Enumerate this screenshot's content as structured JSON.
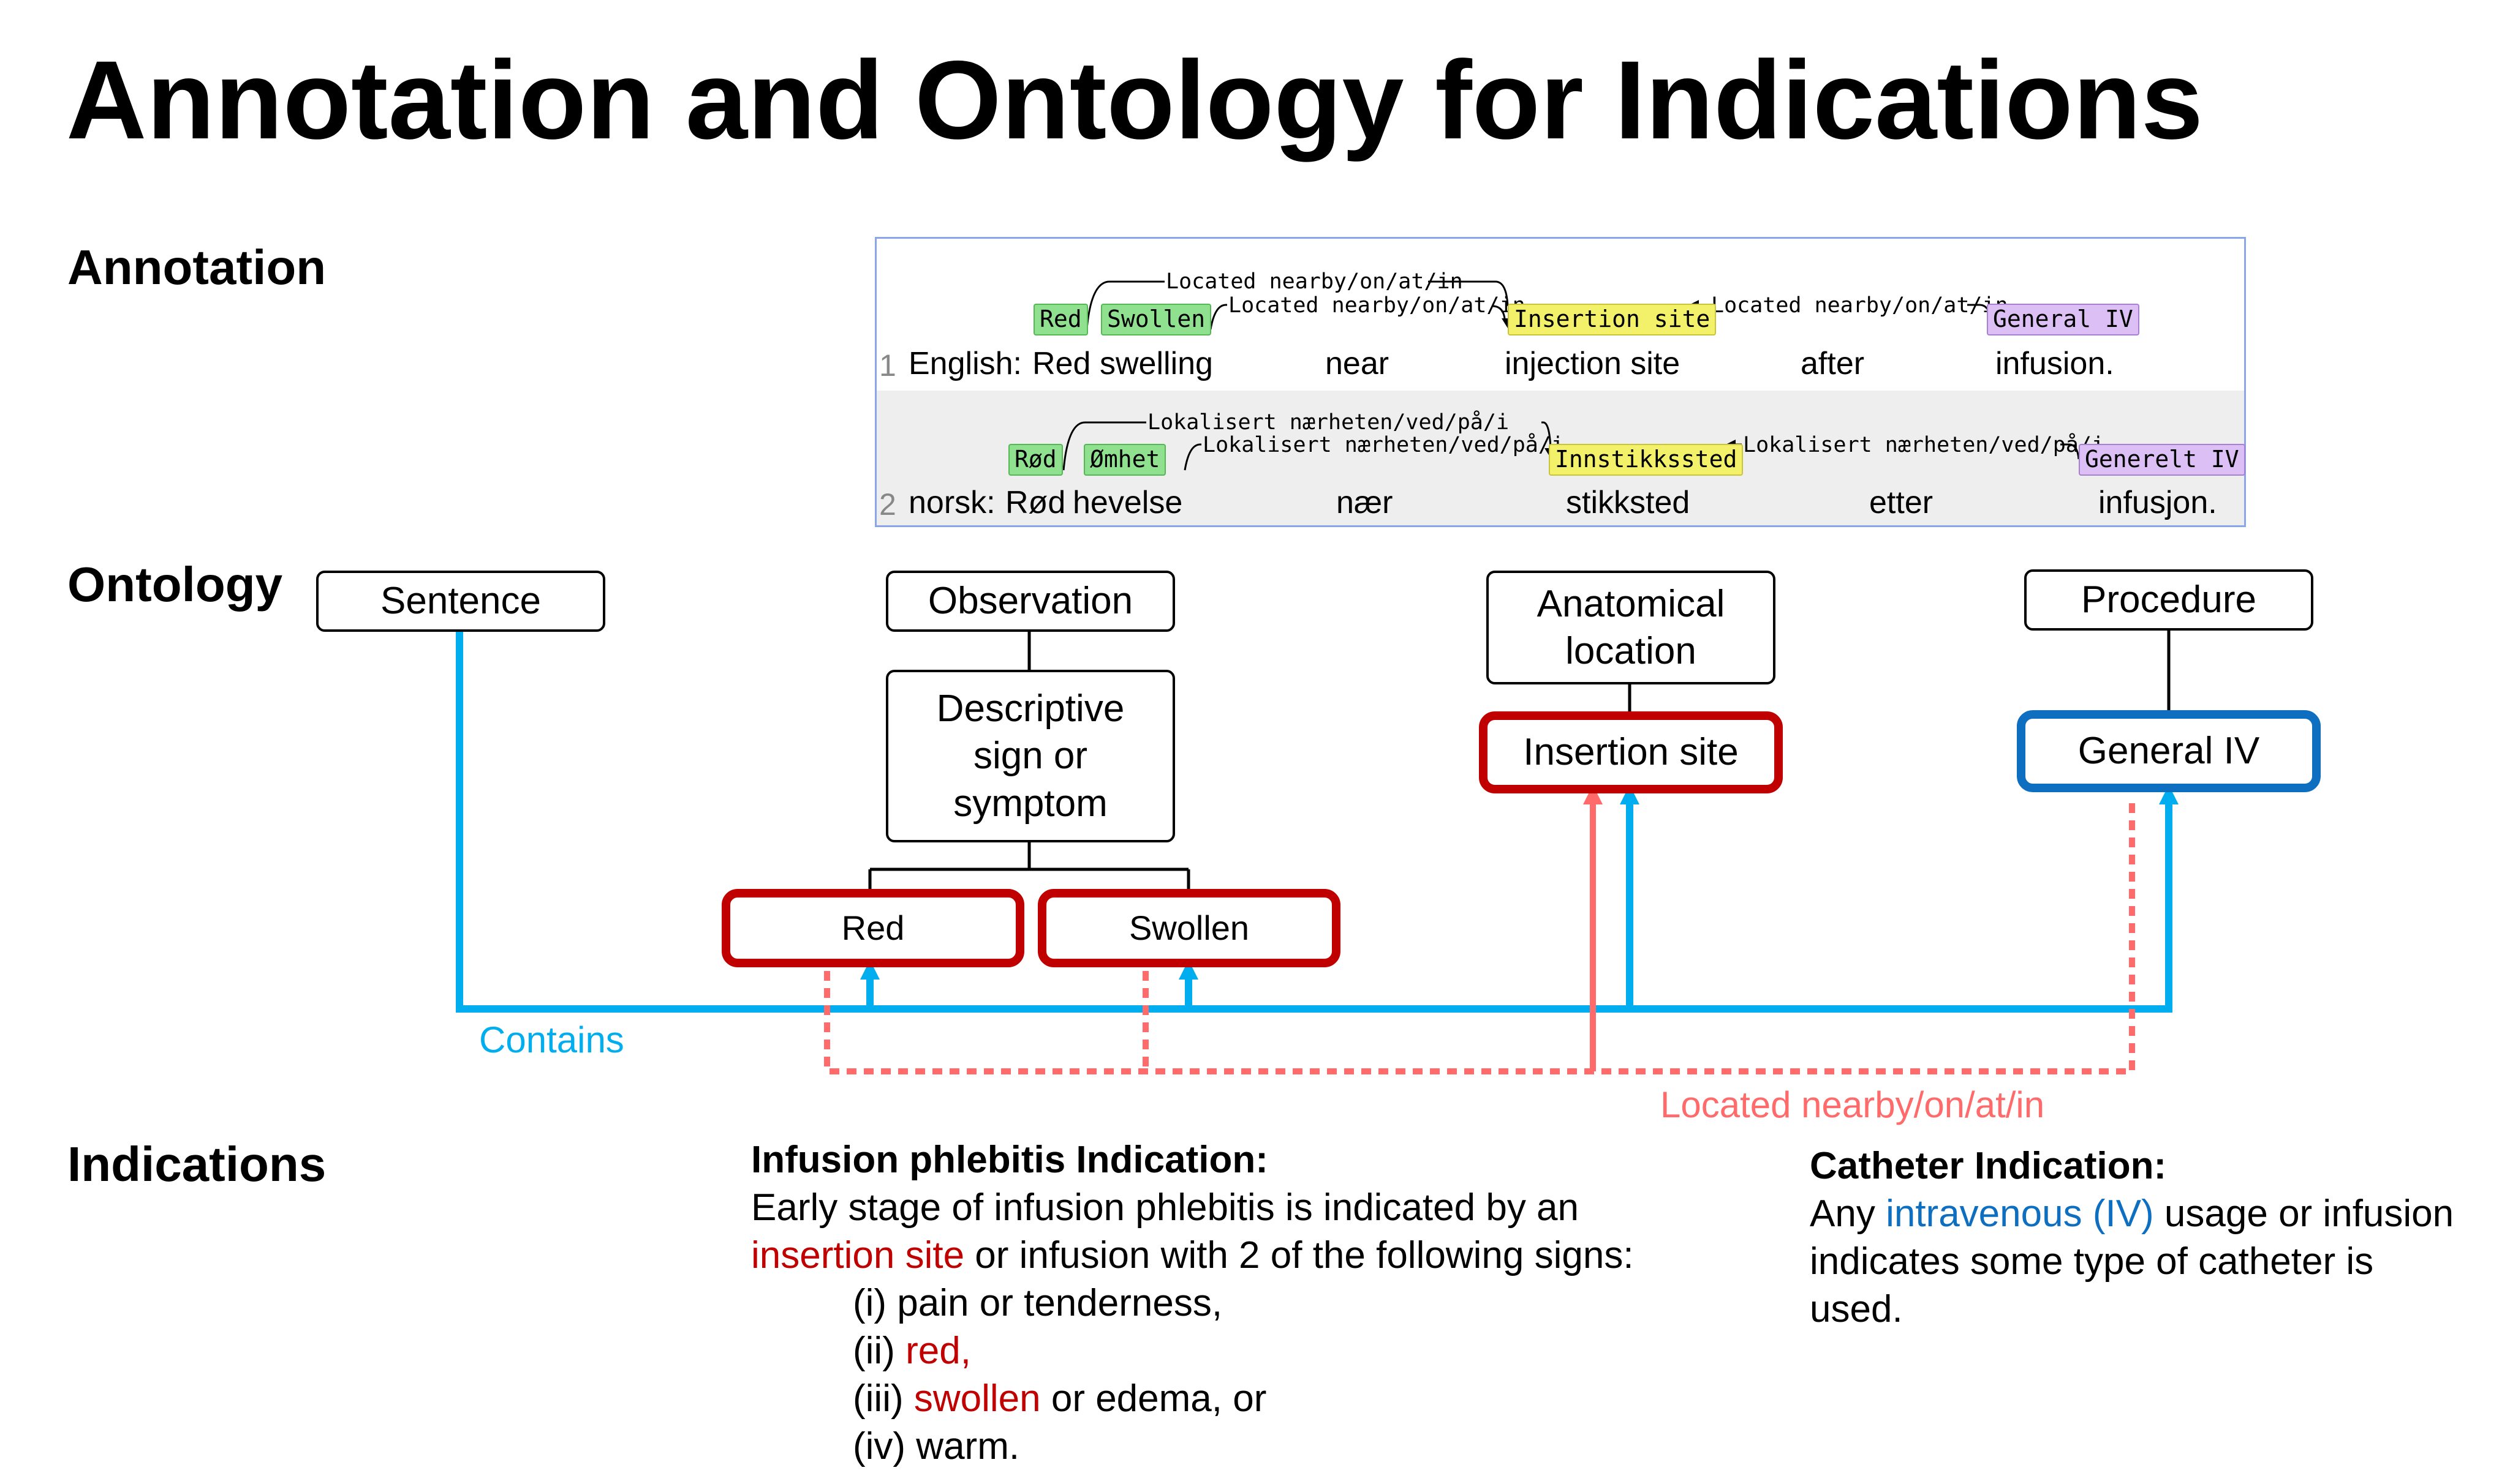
{
  "title": "Annotation and Ontology for Indications",
  "sections": {
    "annotation": "Annotation",
    "ontology": "Ontology",
    "indications": "Indications"
  },
  "annotation_panel": {
    "rows": [
      {
        "number": "1",
        "language": "English:",
        "words": [
          "Red",
          "swelling",
          "near",
          "injection site",
          "after",
          "infusion."
        ],
        "tags": [
          "Red",
          "Swollen",
          "Insertion site",
          "General IV"
        ],
        "relations": [
          "Located nearby/on/at/in",
          "Located nearby/on/at/in",
          "Located nearby/on/at/in"
        ]
      },
      {
        "number": "2",
        "language": "norsk:",
        "words": [
          "Rød",
          "hevelse",
          "nær",
          "stikksted",
          "etter",
          "infusjon."
        ],
        "tags": [
          "Rød",
          "Ømhet",
          "Innstikkssted",
          "Generelt IV"
        ],
        "relations": [
          "Lokalisert nærheten/ved/på/i",
          "Lokalisert nærheten/ved/på/i",
          "Lokalisert nærheten/ved/på/i"
        ]
      }
    ]
  },
  "ontology": {
    "sentence": "Sentence",
    "observation": "Observation",
    "descriptive_line1": "Descriptive",
    "descriptive_line2": "sign or",
    "descriptive_line3": "symptom",
    "red": "Red",
    "swollen": "Swollen",
    "anatomical_line1": "Anatomical",
    "anatomical_line2": "location",
    "insertion_site": "Insertion site",
    "procedure": "Procedure",
    "general_iv": "General IV",
    "contains_label": "Contains",
    "located_label": "Located nearby/on/at/in"
  },
  "indications": {
    "phlebitis": {
      "heading": "Infusion phlebitis Indication:",
      "line1": "Early stage of infusion phlebitis is indicated by an",
      "line2_red": "insertion site",
      "line2_rest": " or infusion with 2 of the following signs:",
      "item1": "(i) pain or tenderness,",
      "item2_prefix": "(ii) ",
      "item2_red": "red,",
      "item3_prefix": "(iii) ",
      "item3_red": "swollen",
      "item3_rest": " or edema, or",
      "item4": "(iv) warm."
    },
    "catheter": {
      "heading": "Catheter Indication:",
      "line1_prefix": "Any ",
      "line1_blue": "intravenous (IV)",
      "line1_rest": " usage or infusion",
      "line2": "indicates some type of catheter is",
      "line3": "used."
    }
  },
  "colors": {
    "contains": "#00aeef",
    "located": "#ff6b6b",
    "red_box": "#c00000",
    "blue_box": "#0e6fc0",
    "panel_border": "#8ba6e8"
  }
}
